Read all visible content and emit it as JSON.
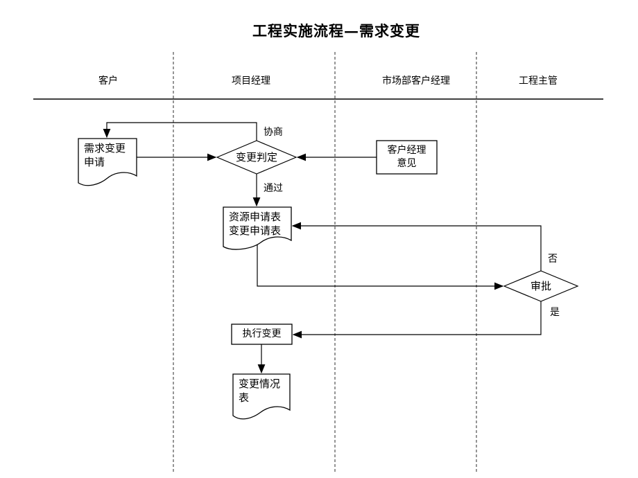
{
  "title": "工程实施流程—需求变更",
  "lanes": [
    {
      "label": "客户"
    },
    {
      "label": "项目经理"
    },
    {
      "label": "市场部客户经理"
    },
    {
      "label": "工程主管"
    }
  ],
  "nodes": {
    "requirement_change_request": {
      "type": "document",
      "label": "需求变更\n申请"
    },
    "change_decision": {
      "type": "decision",
      "label": "变更判定"
    },
    "account_manager_opinion": {
      "type": "process",
      "label": "客户经理\n意见"
    },
    "resource_change_forms": {
      "type": "document",
      "label": "资源申请表\n变更申请表"
    },
    "approval": {
      "type": "decision",
      "label": "审批"
    },
    "execute_change": {
      "type": "process",
      "label": "执行变更"
    },
    "change_status_form": {
      "type": "document",
      "label": "变更情况\n表"
    }
  },
  "edge_labels": {
    "negotiate": "协商",
    "pass": "通过",
    "no": "否",
    "yes": "是"
  },
  "colors": {
    "line": "#000000",
    "background": "#ffffff",
    "text": "#000000"
  }
}
